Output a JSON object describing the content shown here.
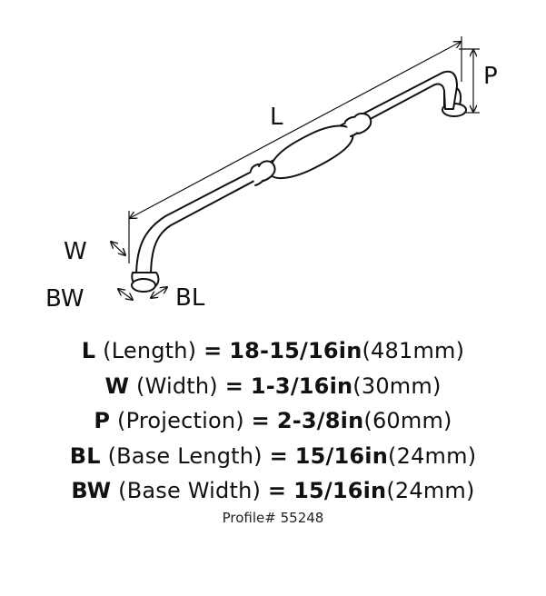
{
  "labels": {
    "length": "L",
    "width": "W",
    "projection": "P",
    "base_length": "BL",
    "base_width": "BW"
  },
  "specs": [
    {
      "code": "L",
      "label": "(Length)",
      "eq": "=",
      "value": "18-15/16in",
      "metric": "(481mm)"
    },
    {
      "code": "W",
      "label": "(Width)",
      "eq": "=",
      "value": "1-3/16in",
      "metric": "(30mm)"
    },
    {
      "code": "P",
      "label": "(Projection)",
      "eq": "=",
      "value": "2-3/8in",
      "metric": "(60mm)"
    },
    {
      "code": "BL",
      "label": "(Base Length)",
      "eq": "=",
      "value": "15/16in",
      "metric": "(24mm)"
    },
    {
      "code": "BW",
      "label": "(Base Width)",
      "eq": "=",
      "value": "15/16in",
      "metric": "(24mm)"
    }
  ],
  "profile": "Profile# 55248"
}
